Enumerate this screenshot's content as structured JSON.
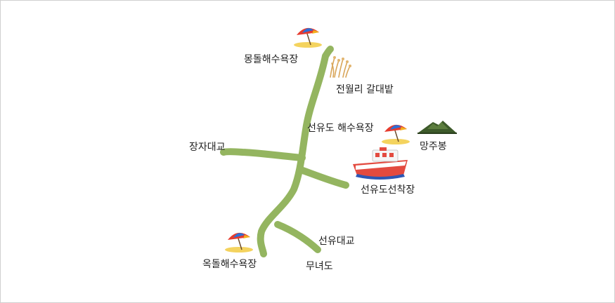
{
  "labels": {
    "mongdol_beach": "몽돌해수욕장",
    "jeonwolli_reeds": "전월리 갈대밭",
    "seonyudo_beach": "선유도 해수욕장",
    "mangjubong": "망주봉",
    "jangja_bridge": "장자대교",
    "seonyudo_pier": "선유도선착장",
    "seonyu_bridge": "선유대교",
    "okdol_beach": "옥돌해수욕장",
    "munyeodo": "무녀도"
  },
  "icons": {
    "beach": "beach-umbrella-icon",
    "reeds": "reed-field-icon",
    "mountain": "mountain-peak-icon",
    "ferry": "ferry-boat-icon"
  },
  "colors": {
    "road": "#94b560",
    "border": "#cfcfcf",
    "text": "#222222"
  }
}
